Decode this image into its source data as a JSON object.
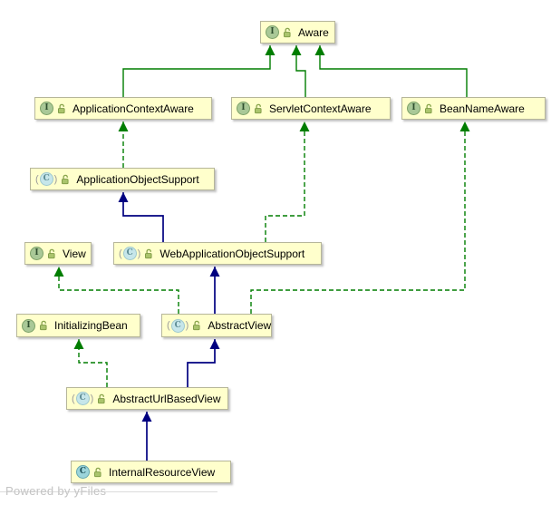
{
  "diagram": {
    "type": "uml-class-diagram",
    "watermark": "Powered by yFiles",
    "colors": {
      "node_fill": "#ffffcc",
      "node_border": "#b6b69a",
      "interface_edge_green": "#007d00",
      "class_edge_navy": "#000080",
      "interface_icon_bg": "#a9c897",
      "class_icon_bg": "#9bd4da",
      "watermark_gray": "#c4c4c4"
    },
    "icons": {
      "interface": "interface-circle-i-icon",
      "class": "class-circle-c-icon",
      "abstract_class": "abstract-class-parenthesized-c-icon",
      "visibility": "open-lock-icon"
    },
    "nodes": [
      {
        "id": "aware",
        "label": "Aware",
        "kind": "interface",
        "icon_letter": "I"
      },
      {
        "id": "application-context-aware",
        "label": "ApplicationContextAware",
        "kind": "interface",
        "icon_letter": "I"
      },
      {
        "id": "servlet-context-aware",
        "label": "ServletContextAware",
        "kind": "interface",
        "icon_letter": "I"
      },
      {
        "id": "bean-name-aware",
        "label": "BeanNameAware",
        "kind": "interface",
        "icon_letter": "I"
      },
      {
        "id": "application-object-support",
        "label": "ApplicationObjectSupport",
        "kind": "abstract-class",
        "icon_letter": "C"
      },
      {
        "id": "view",
        "label": "View",
        "kind": "interface",
        "icon_letter": "I"
      },
      {
        "id": "web-application-object-support",
        "label": "WebApplicationObjectSupport",
        "kind": "abstract-class",
        "icon_letter": "C"
      },
      {
        "id": "initializing-bean",
        "label": "InitializingBean",
        "kind": "interface",
        "icon_letter": "I"
      },
      {
        "id": "abstract-view",
        "label": "AbstractView",
        "kind": "abstract-class",
        "icon_letter": "C"
      },
      {
        "id": "abstract-url-based-view",
        "label": "AbstractUrlBasedView",
        "kind": "abstract-class",
        "icon_letter": "C"
      },
      {
        "id": "internal-resource-view",
        "label": "InternalResourceView",
        "kind": "class",
        "icon_letter": "C"
      }
    ],
    "edges": [
      {
        "from": "ApplicationContextAware",
        "to": "Aware",
        "relation": "extends",
        "line": "solid",
        "color": "green"
      },
      {
        "from": "ServletContextAware",
        "to": "Aware",
        "relation": "extends",
        "line": "solid",
        "color": "green"
      },
      {
        "from": "BeanNameAware",
        "to": "Aware",
        "relation": "extends",
        "line": "solid",
        "color": "green"
      },
      {
        "from": "ApplicationObjectSupport",
        "to": "ApplicationContextAware",
        "relation": "implements",
        "line": "dashed",
        "color": "green"
      },
      {
        "from": "WebApplicationObjectSupport",
        "to": "ServletContextAware",
        "relation": "implements",
        "line": "dashed",
        "color": "green"
      },
      {
        "from": "WebApplicationObjectSupport",
        "to": "ApplicationObjectSupport",
        "relation": "extends",
        "line": "solid",
        "color": "navy"
      },
      {
        "from": "AbstractView",
        "to": "View",
        "relation": "implements",
        "line": "dashed",
        "color": "green"
      },
      {
        "from": "AbstractView",
        "to": "BeanNameAware",
        "relation": "implements",
        "line": "dashed",
        "color": "green"
      },
      {
        "from": "AbstractView",
        "to": "WebApplicationObjectSupport",
        "relation": "extends",
        "line": "solid",
        "color": "navy"
      },
      {
        "from": "AbstractUrlBasedView",
        "to": "InitializingBean",
        "relation": "implements",
        "line": "dashed",
        "color": "green"
      },
      {
        "from": "AbstractUrlBasedView",
        "to": "AbstractView",
        "relation": "extends",
        "line": "solid",
        "color": "navy"
      },
      {
        "from": "InternalResourceView",
        "to": "AbstractUrlBasedView",
        "relation": "extends",
        "line": "solid",
        "color": "navy"
      }
    ]
  }
}
